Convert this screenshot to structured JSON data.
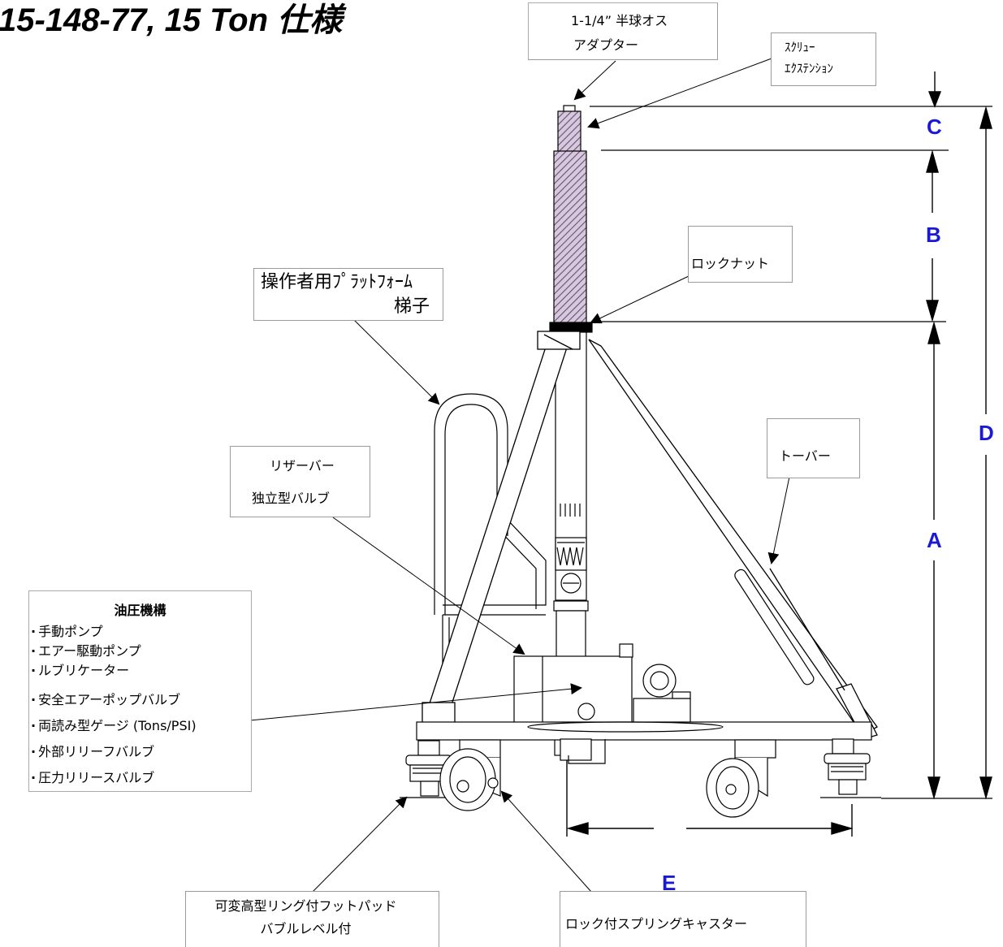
{
  "title": "15-148-77, 15 Ton 仕様",
  "labels": {
    "adapter_line1": "1-1/4” 半球オス",
    "adapter_line2": "アダプター",
    "screw_line1": "ｽｸﾘｭｰ",
    "screw_line2": "ｴｸｽﾃﾝｼｮﾝ",
    "locknut": "ロックナット",
    "ladder_line1": "操作者用ﾌﾟﾗｯﾄﾌｫｰﾑ",
    "ladder_line2": "梯子",
    "reservoir_line1": "リザーバー",
    "reservoir_line2": "独立型バルブ",
    "towbar": "トーバー",
    "footpad_line1": "可変高型リング付フットパッド",
    "footpad_line2": "バブルレベル付",
    "caster": "ロック付スプリングキャスター"
  },
  "hydraulics": {
    "title": "油圧機構",
    "items": [
      "手動ポンプ",
      "エアー駆動ポンプ",
      "ルブリケーター",
      "安全エアーポップバルブ",
      "両読み型ゲージ (Tons/PSI)",
      "外部リリーフバルブ",
      "圧力リリースバルブ"
    ]
  },
  "dimensions": {
    "a": "A",
    "b": "B",
    "c": "C",
    "d": "D",
    "e": "E",
    "color": "#1a1ad6"
  }
}
